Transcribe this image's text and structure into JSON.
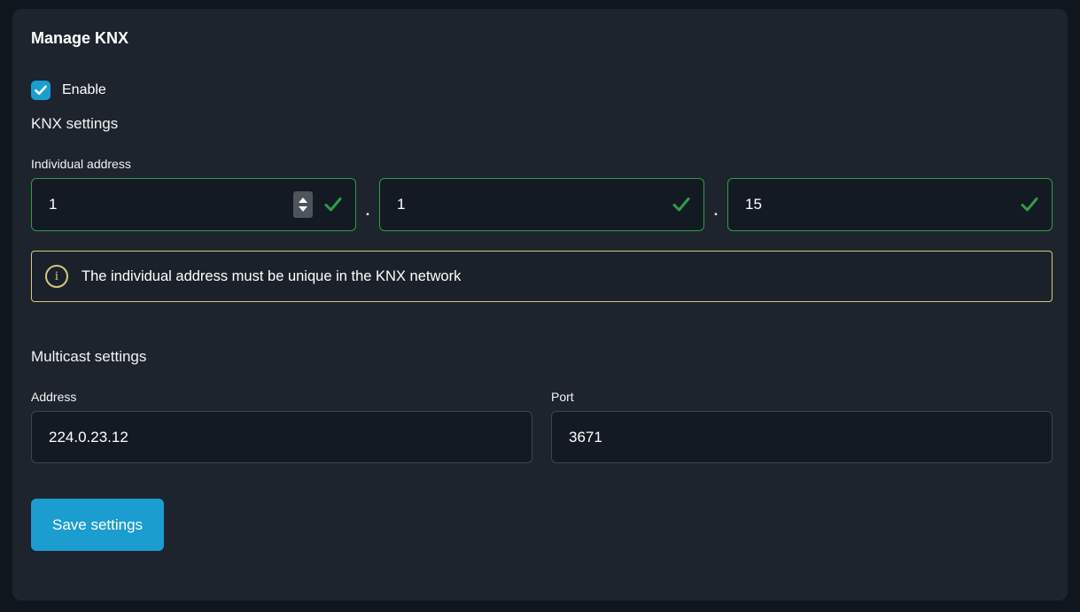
{
  "colors": {
    "accent_blue": "#1b9dd0",
    "success_green": "#2f9e44",
    "info_khaki": "#d5c77f",
    "card_background": "#1d242d",
    "page_background": "#10161e"
  },
  "card": {
    "title": "Manage KNX"
  },
  "enable": {
    "label": "Enable",
    "checked": true
  },
  "knx_settings": {
    "heading": "KNX settings",
    "individual_address": {
      "label": "Individual address",
      "segments": [
        {
          "value": "1"
        },
        {
          "value": "1"
        },
        {
          "value": "15"
        }
      ],
      "separator": ".",
      "info_message": "The individual address must be unique in the KNX network"
    }
  },
  "multicast_settings": {
    "heading": "Multicast settings",
    "address": {
      "label": "Address",
      "value": "224.0.23.12"
    },
    "port": {
      "label": "Port",
      "value": "3671"
    }
  },
  "actions": {
    "save_label": "Save settings"
  },
  "icons": {
    "checkbox_check": "check-icon",
    "field_valid": "check-icon",
    "spinner": "number-spinner-icon",
    "info": "info-circle-icon"
  }
}
